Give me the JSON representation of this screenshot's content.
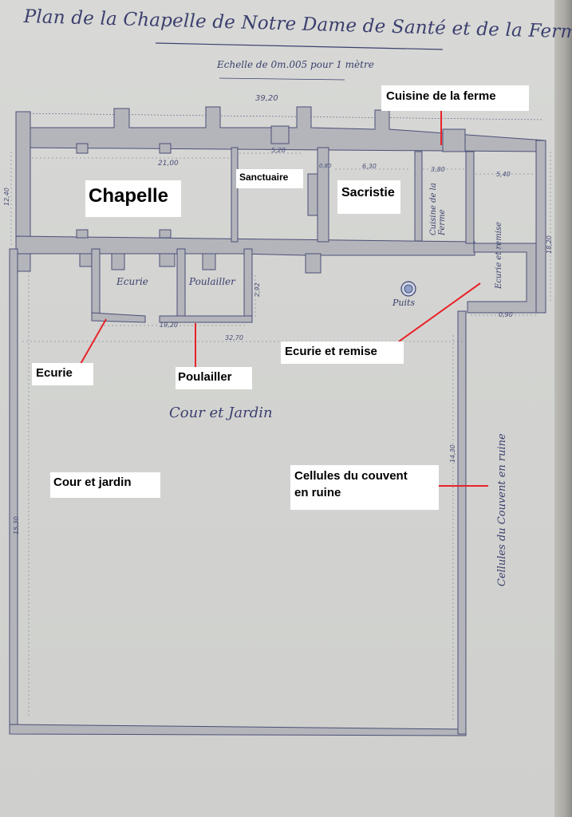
{
  "title": "Plan de la Chapelle de Notre Dame de Santé et de la Ferme dite du Couvent",
  "scale": "Echelle de 0m.005 pour 1 mètre",
  "handwritten_rooms": {
    "sanctuaire": "Sanctuaire",
    "sacristie": "",
    "ecurie": "Ecurie",
    "poulailler": "Poulailler",
    "cuisine": "Cuisine de la Ferme",
    "ecurie_remise": "Ecurie et remise",
    "puits": "Puits",
    "cour": "Cour et Jardin",
    "cellules": "Cellules du Couvent en ruine"
  },
  "dimensions": {
    "overall_width": "39,20",
    "chapelle_length": "21,00",
    "sanctuaire_width": "5,20",
    "wall": "0,80",
    "sacristie_width": "6,30",
    "cuisine_width": "3,80",
    "ecurie_remise_width": "5,40",
    "left_height": "12,40",
    "right_height": "18,20",
    "small_height": "2,92",
    "annex_width": "19,20",
    "court_width": "32,70",
    "court_height": "14,30",
    "left_long_height": "15,30",
    "right_strip": "0,90"
  },
  "labels": {
    "chapelle": "Chapelle",
    "sanctuaire": "Sanctuaire",
    "sacristie": "Sacristie",
    "cuisine": "Cuisine de la ferme",
    "ecurie_remise": "Ecurie et remise",
    "ecurie": "Ecurie",
    "poulailler": "Poulailler",
    "cour": "Cour et jardin",
    "cellules_line1": "Cellules du couvent",
    "cellules_line2": "en ruine"
  },
  "colors": {
    "wall_fill": "#b3b5bb",
    "wall_stroke": "#4b4f76",
    "ink": "#3b3f6e",
    "pointer": "#e8232a"
  }
}
